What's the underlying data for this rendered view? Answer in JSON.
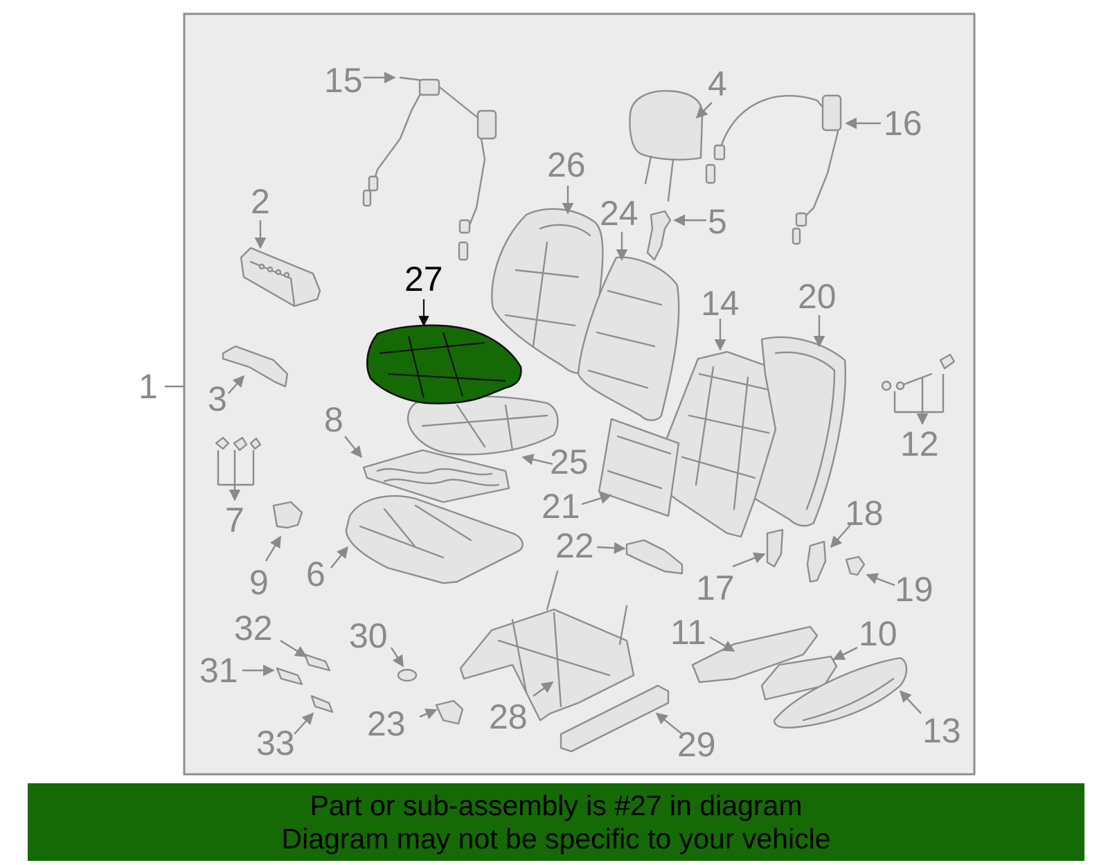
{
  "diagram": {
    "callouts": [
      "1",
      "2",
      "3",
      "4",
      "5",
      "6",
      "7",
      "8",
      "9",
      "10",
      "11",
      "12",
      "13",
      "14",
      "15",
      "16",
      "17",
      "18",
      "19",
      "20",
      "21",
      "22",
      "23",
      "24",
      "25",
      "26",
      "27",
      "28",
      "29",
      "30",
      "31",
      "32",
      "33"
    ],
    "highlighted_callout": "27",
    "colors": {
      "highlight_fill": "#156a05",
      "banner_background": "#156a05",
      "frame_fill": "#ececec",
      "line_gray": "#8e8e8e"
    }
  },
  "banner": {
    "line1": "Part or sub-assembly is #27 in diagram",
    "line2": "Diagram may not be specific to your vehicle"
  }
}
